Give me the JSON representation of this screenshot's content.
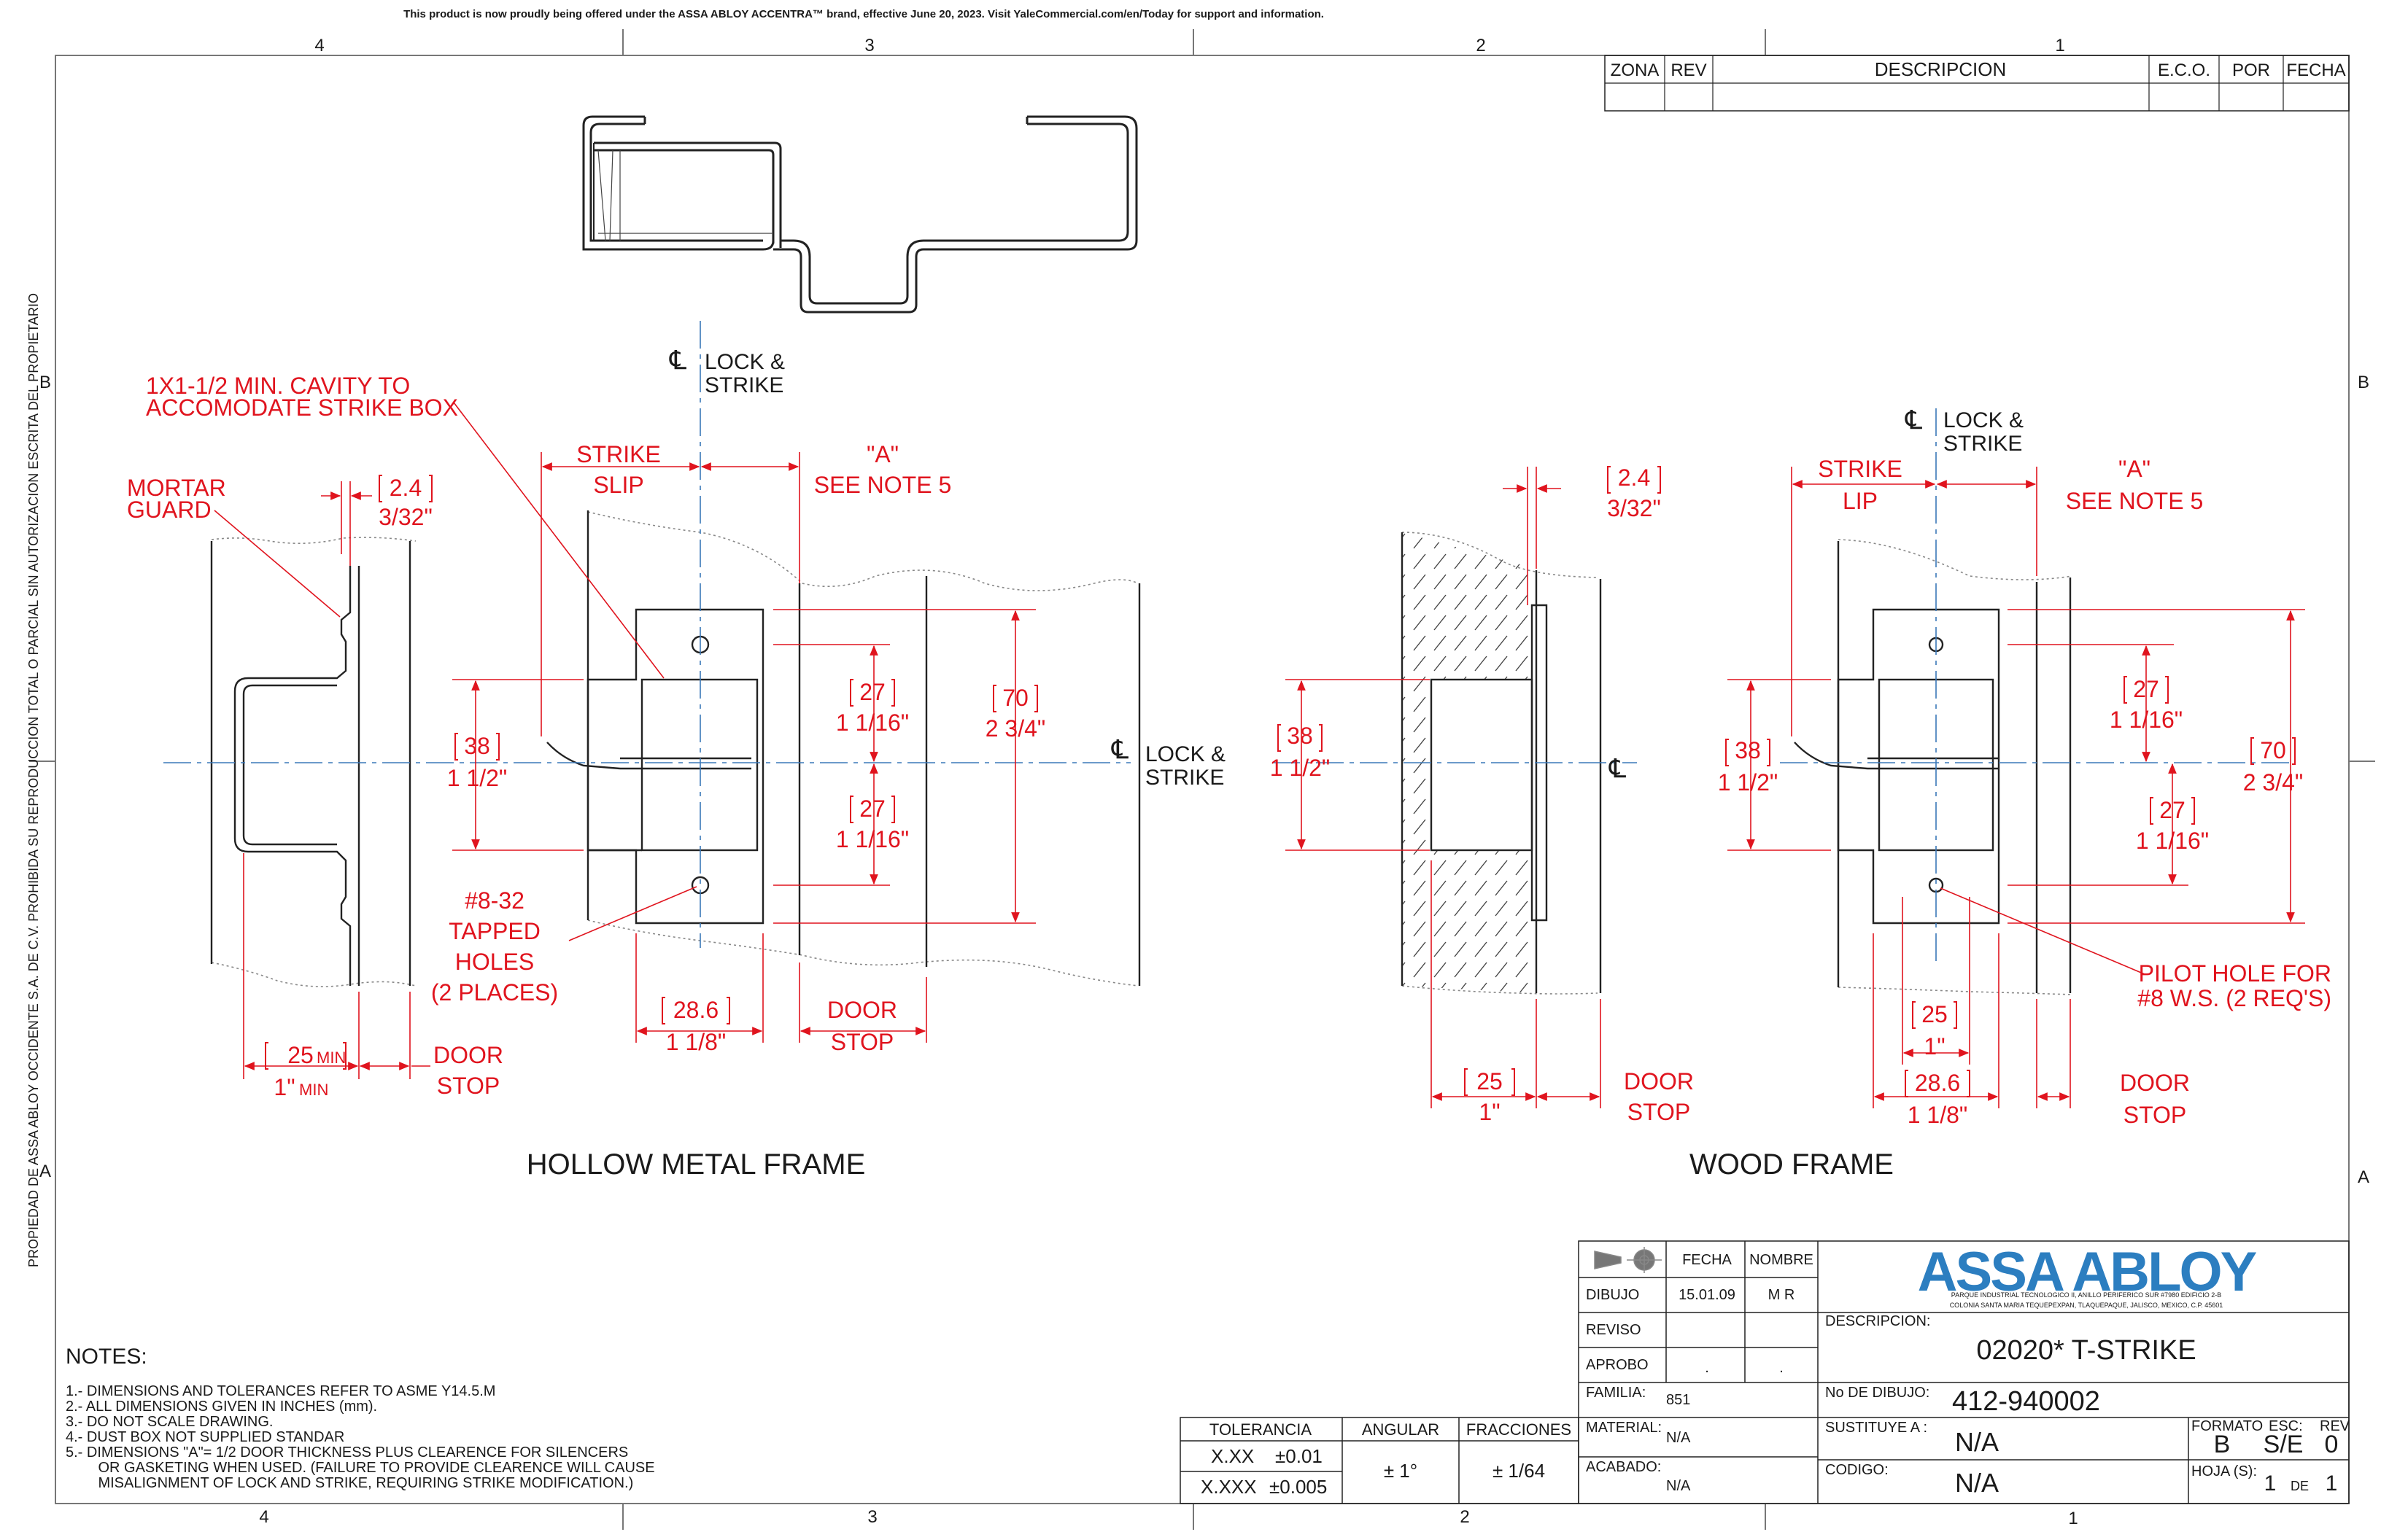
{
  "banner": "This product is now proudly being offered under the ASSA ABLOY ACCENTRA™ brand, effective June 20, 2023. Visit YaleCommercial.com/en/Today for support and information.",
  "side_text": "PROPIEDAD DE ASSA ABLOY OCCIDENTE  S.A. DE C.V. PROHIBIDA SU REPRODUCCION TOTAL O PARCIAL SIN AUTORIZACION ESCRITA DEL PROPIETARIO",
  "grid": {
    "cols_top": [
      "4",
      "3",
      "2",
      "1"
    ],
    "cols_bottom": [
      "4",
      "3",
      "2",
      "1"
    ],
    "rows_left": [
      "B",
      "A"
    ],
    "rows_right": [
      "B",
      "A"
    ]
  },
  "revision_table": {
    "headers": [
      "ZONA",
      "REV",
      "DESCRIPCION",
      "E.C.O.",
      "POR",
      "FECHA"
    ]
  },
  "hollow_metal": {
    "title": "HOLLOW METAL FRAME",
    "cavity_note_1": "1X1-1/2 MIN. CAVITY TO",
    "cavity_note_2": "ACCOMODATE STRIKE BOX",
    "mortar_1": "MORTAR",
    "mortar_2": "GUARD",
    "cl_top_1": "LOCK &",
    "cl_top_2": "STRIKE",
    "cl_right_1": "LOCK &",
    "cl_right_2": "STRIKE",
    "strike_slip_1": "STRIKE",
    "strike_slip_2": "SLIP",
    "a_label": "\"A\"",
    "see_note": "SEE NOTE 5",
    "d24_mm": "2.4",
    "d24_in": "3/32\"",
    "d38_mm": "38",
    "d38_in": "1 1/2\"",
    "d27a_mm": "27",
    "d27a_in": "1 1/16\"",
    "d27b_mm": "27",
    "d27b_in": "1 1/16\"",
    "d70_mm": "70",
    "d70_in": "2 3/4\"",
    "tapped_1": "#8-32",
    "tapped_2": "TAPPED",
    "tapped_3": "HOLES",
    "tapped_4": "(2 PLACES)",
    "d286_mm": "28.6",
    "d286_in": "1 1/8\"",
    "door_stop_1": "DOOR",
    "door_stop_2": "STOP",
    "d25_mm": "25",
    "d25_min": "MIN",
    "d25_in": "1\"",
    "door_stop2_1": "DOOR",
    "door_stop2_2": "STOP"
  },
  "wood": {
    "title": "WOOD FRAME",
    "d24_mm": "2.4",
    "d24_in": "3/32\"",
    "d38_mm": "38",
    "d38_in": "1 1/2\"",
    "d25_mm": "25",
    "d25_in": "1\"",
    "door_stop_1": "DOOR",
    "door_stop_2": "STOP",
    "cl_top_1": "LOCK &",
    "cl_top_2": "STRIKE",
    "strike_lip_1": "STRIKE",
    "strike_lip_2": "LIP",
    "a_label": "\"A\"",
    "see_note": "SEE NOTE 5",
    "d38b_mm": "38",
    "d38b_in": "1 1/2\"",
    "d27a_mm": "27",
    "d27a_in": "1 1/16\"",
    "d27b_mm": "27",
    "d27b_in": "1 1/16\"",
    "d70_mm": "70",
    "d70_in": "2 3/4\"",
    "pilot_1": "PILOT HOLE FOR",
    "pilot_2": "#8 W.S. (2 REQ'S)",
    "d25b_mm": "25",
    "d25b_in": "1\"",
    "d286_mm": "28.6",
    "d286_in": "1 1/8\"",
    "door_stop2_1": "DOOR",
    "door_stop2_2": "STOP"
  },
  "notes": {
    "heading": "NOTES:",
    "lines": [
      "1.-   DIMENSIONS AND TOLERANCES REFER TO ASME Y14.5.M",
      "2.-   ALL DIMENSIONS GIVEN IN INCHES (mm).",
      "3.-   DO NOT SCALE DRAWING.",
      "4.-   DUST BOX NOT SUPPLIED STANDAR",
      "5.-   DIMENSIONS \"A\"= 1/2 DOOR THICKNESS PLUS CLEARENCE FOR SILENCERS",
      "        OR GASKETING WHEN USED. (FAILURE TO PROVIDE CLEARENCE WILL CAUSE",
      "        MISALIGNMENT OF LOCK AND STRIKE, REQUIRING STRIKE MODIFICATION.)"
    ]
  },
  "tolerance": {
    "h_tol": "TOLERANCIA",
    "h_ang": "ANGULAR",
    "h_frac": "FRACCIONES",
    "xx": "X.XX",
    "xx_val": "±0.01",
    "xxx": "X.XXX",
    "xxx_val": "±0.005",
    "ang_val": "± 1°",
    "frac_val": "± 1/64"
  },
  "title_block": {
    "h_fecha": "FECHA",
    "h_nombre": "NOMBRE",
    "dibujo": "DIBUJO",
    "dibujo_fecha": "15.01.09",
    "dibujo_nombre": "M R",
    "reviso": "REVISO",
    "aprobo": "APROBO",
    "aprobo_fecha": ".",
    "aprobo_nombre": ".",
    "familia": "FAMILIA:",
    "familia_val": "851",
    "material": "MATERIAL:",
    "material_val": "N/A",
    "acabado": "ACABADO:",
    "acabado_val": "N/A",
    "logo": "ASSA ABLOY",
    "address_1": "PARQUE INDUSTRIAL TECNOLOGICO II, ANILLO PERIFERICO SUR #7980 EDIFICIO 2-B",
    "address_2": "COLONIA SANTA MARIA TEQUEPEXPAN, TLAQUEPAQUE, JALISCO, MEXICO, C.P. 45601",
    "descripcion": "DESCRIPCION:",
    "descripcion_val": "02020* T-STRIKE",
    "no_dibujo": "No DE DIBUJO:",
    "no_dibujo_val": "412-940002",
    "sustituye": "SUSTITUYE A :",
    "sustituye_val": "N/A",
    "codigo": "CODIGO:",
    "codigo_val": "N/A",
    "formato": "FORMATO",
    "formato_val": "B",
    "esc": "ESC:",
    "esc_val": "S/E",
    "rev": "REV",
    "rev_val": "0",
    "hoja": "HOJA (S):",
    "hoja_val": "1",
    "de": "DE",
    "de_val": "1"
  },
  "colors": {
    "dimension": "#e0141e",
    "centerline": "#3a78b8",
    "logo": "#2c7ec0",
    "outline": "#222222"
  }
}
